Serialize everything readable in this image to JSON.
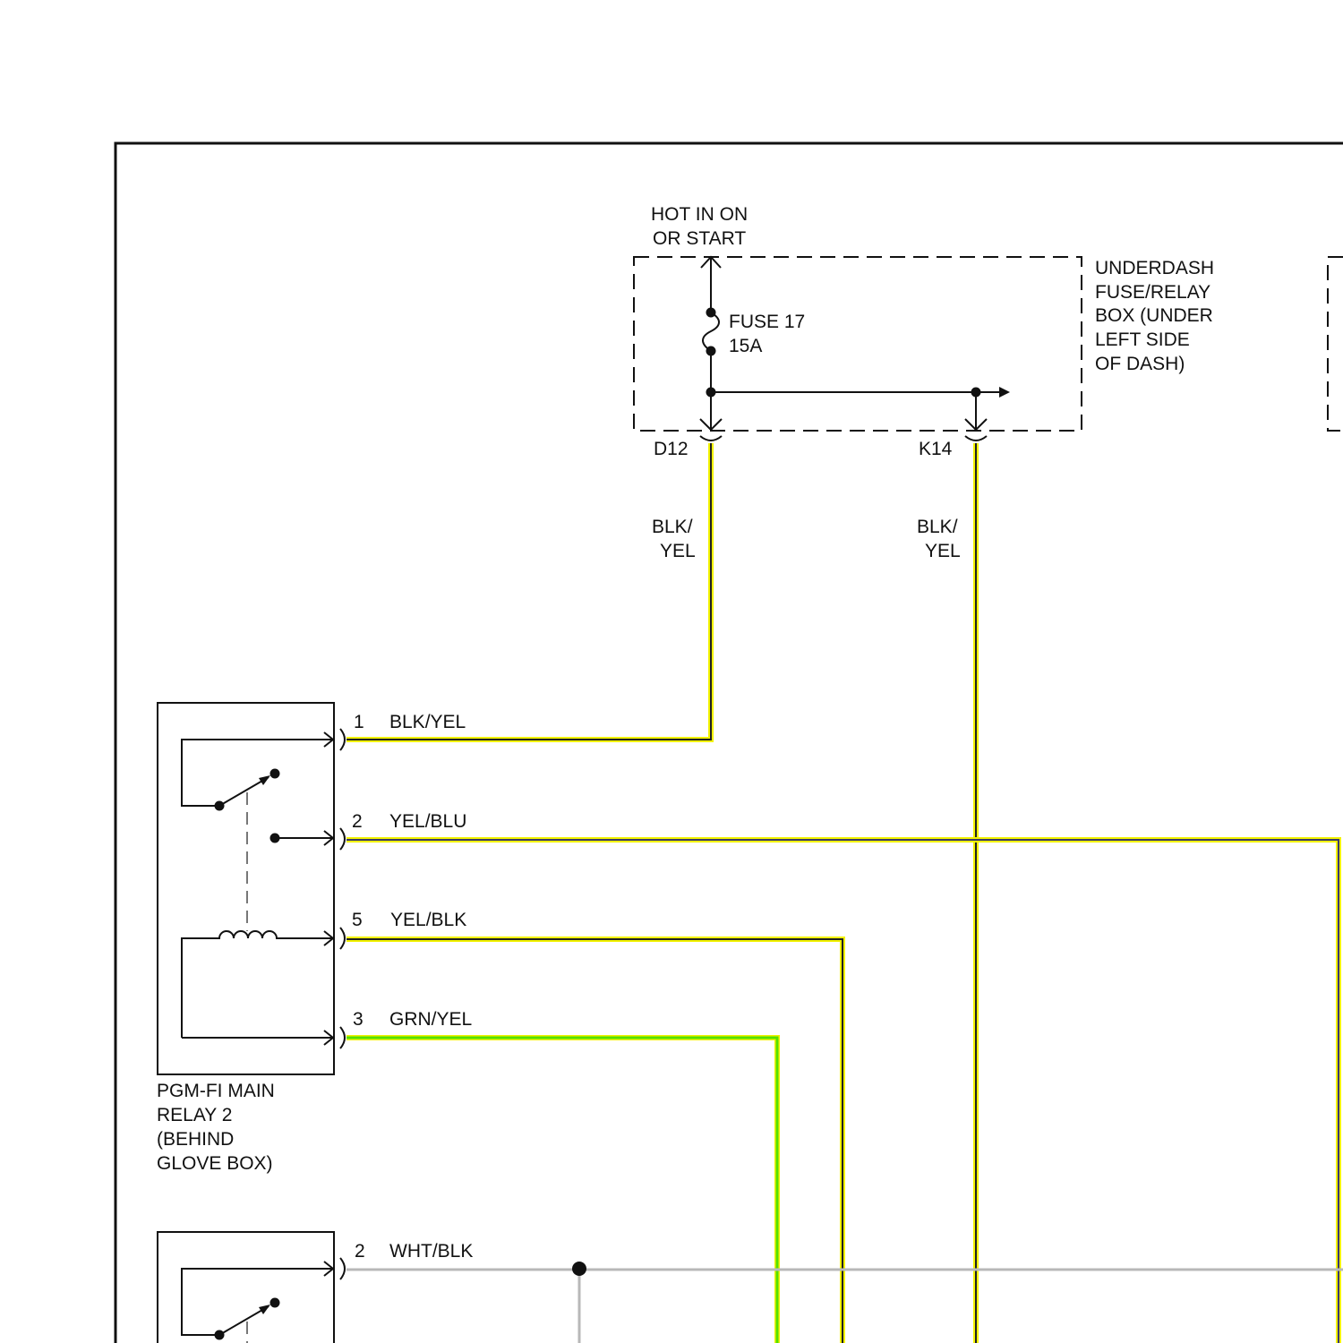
{
  "source": {
    "line1": "HOT IN ON",
    "line2": "OR START"
  },
  "fuse": {
    "name": "FUSE 17",
    "rating": "15A"
  },
  "fuse_box": {
    "line1": "UNDERDASH",
    "line2": "FUSE/RELAY",
    "line3": "BOX (UNDER",
    "line4": "LEFT SIDE",
    "line5": "OF DASH)"
  },
  "connectors": {
    "left": "D12",
    "right": "K14"
  },
  "riser_labels": {
    "left_line1": "BLK/",
    "left_line2": "YEL",
    "right_line1": "BLK/",
    "right_line2": "YEL"
  },
  "relay2": {
    "pins": [
      {
        "pin": "1",
        "wire": "BLK/YEL"
      },
      {
        "pin": "2",
        "wire": "YEL/BLU"
      },
      {
        "pin": "5",
        "wire": "YEL/BLK"
      },
      {
        "pin": "3",
        "wire": "GRN/YEL"
      }
    ],
    "label_line1": "PGM-FI MAIN",
    "label_line2": "RELAY 2",
    "label_line3": "(BEHIND",
    "label_line4": "GLOVE BOX)"
  },
  "relay_lower": {
    "pin": "2",
    "wire": "WHT/BLK"
  },
  "colors": {
    "wire_yellow": "#f2f200",
    "wire_green": "#55e000",
    "wire_gray": "#b8b8b8",
    "ink": "#111111"
  }
}
